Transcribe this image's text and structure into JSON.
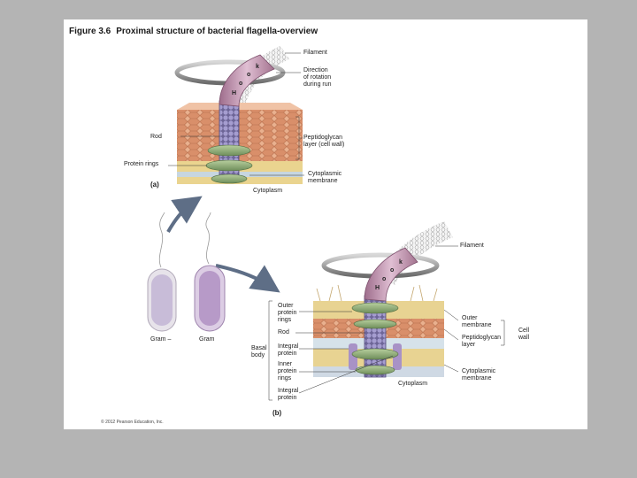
{
  "figure": {
    "number": "Figure 3.6",
    "title": "Proximal structure of bacterial flagella-overview"
  },
  "panel_a": {
    "label": "(a)",
    "labels": {
      "filament": "Filament",
      "direction": "Direction\nof rotation\nduring run",
      "rod": "Rod",
      "peptidoglycan": "Peptidoglycan\nlayer (cell wall)",
      "protein_rings": "Protein rings",
      "cyto_membrane": "Cytoplasmic\nmembrane",
      "cytoplasm": "Cytoplasm"
    },
    "hook_letters": [
      "H",
      "o",
      "o",
      "k"
    ]
  },
  "cells": {
    "gram_left": "Gram –",
    "gram_right": "Gram"
  },
  "panel_b": {
    "label": "(b)",
    "labels": {
      "filament": "Filament",
      "outer_protein_rings": "Outer\nprotein\nrings",
      "rod": "Rod",
      "integral_protein": "Integral\nprotein",
      "inner_protein_rings": "Inner\nprotein\nrings",
      "integral_protein_2": "Integral\nprotein",
      "basal_body": "Basal\nbody",
      "outer_membrane": "Outer\nmembrane",
      "peptidoglycan": "Peptidoglycan\nlayer",
      "cell_wall": "Cell\nwall",
      "cyto_membrane": "Cytoplasmic\nmembrane",
      "cytoplasm": "Cytoplasm"
    },
    "hook_letters": [
      "H",
      "o",
      "o",
      "k"
    ]
  },
  "copyright": "© 2012 Pearson Education, Inc.",
  "colors": {
    "background": "#b4b4b4",
    "slide": "#ffffff",
    "hook": "#c99ab5",
    "rod": "#8a82ba",
    "ring": "#8fae78",
    "peptidoglycan": "#e3a47f",
    "membrane": "#e8d592",
    "cell_purple": "#b49ac7",
    "arrow": "#5e6e86"
  }
}
